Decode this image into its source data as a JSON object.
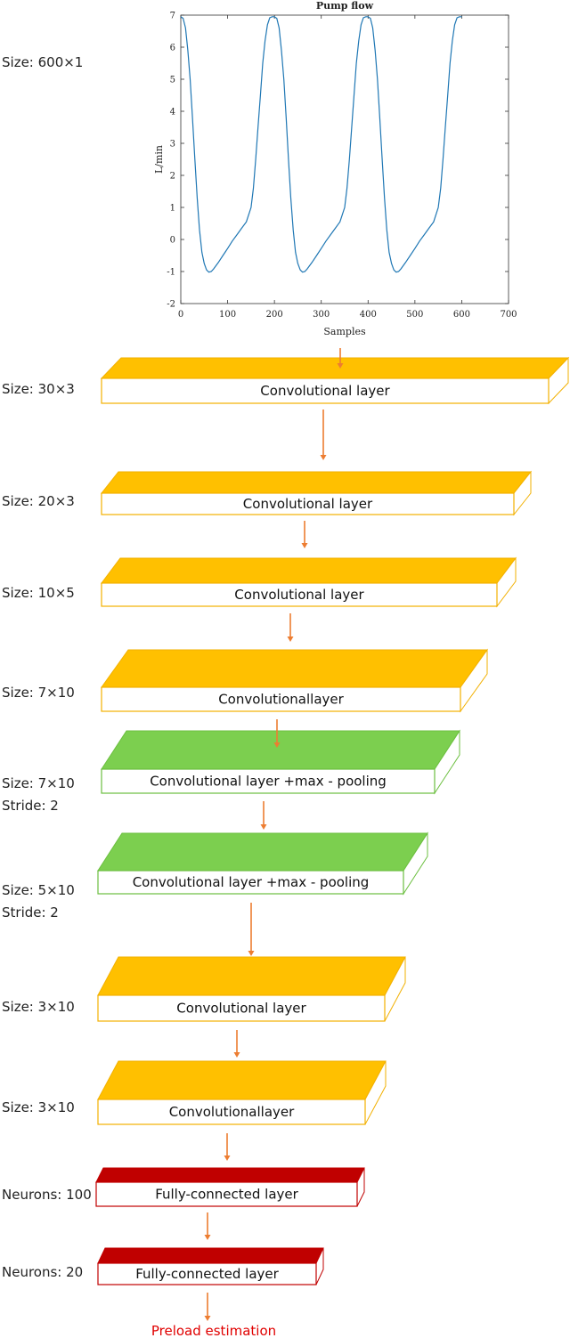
{
  "input": {
    "size_label": "Size: 600×1"
  },
  "chart_data": {
    "type": "line",
    "title": "Pump flow",
    "xlabel": "Samples",
    "ylabel": "L/min",
    "xlim": [
      0,
      700
    ],
    "ylim": [
      -2,
      7
    ],
    "x_ticks": [
      "0",
      "100",
      "200",
      "300",
      "400",
      "500",
      "600",
      "700"
    ],
    "y_ticks": [
      "-2",
      "-1",
      "0",
      "1",
      "2",
      "3",
      "4",
      "5",
      "6",
      "7"
    ],
    "grid": false,
    "series": [
      {
        "color": "#1f77b4",
        "x": [
          0,
          5,
          10,
          15,
          20,
          25,
          30,
          35,
          40,
          45,
          50,
          55,
          60,
          65,
          70,
          80,
          90,
          100,
          110,
          120,
          130,
          140,
          150,
          155,
          160,
          165,
          170,
          175,
          180,
          185,
          190,
          195,
          200,
          205,
          210,
          215,
          220,
          225,
          230,
          235,
          240,
          245,
          250,
          255,
          260,
          265,
          270,
          280,
          290,
          300,
          310,
          320,
          330,
          340,
          350,
          355,
          360,
          365,
          370,
          375,
          380,
          385,
          390,
          395,
          400,
          405,
          410,
          415,
          420,
          425,
          430,
          435,
          440,
          445,
          450,
          455,
          460,
          465,
          470,
          480,
          490,
          500,
          510,
          520,
          530,
          540,
          550,
          555,
          560,
          565,
          570,
          575,
          580,
          585,
          590,
          595,
          600
        ],
        "y": [
          6.95,
          6.9,
          6.6,
          5.9,
          5.0,
          3.8,
          2.5,
          1.3,
          0.3,
          -0.4,
          -0.75,
          -0.95,
          -1.02,
          -1.0,
          -0.92,
          -0.72,
          -0.5,
          -0.28,
          -0.05,
          0.15,
          0.35,
          0.55,
          1.0,
          1.6,
          2.5,
          3.5,
          4.5,
          5.5,
          6.2,
          6.7,
          6.92,
          6.95,
          6.95,
          6.9,
          6.6,
          5.9,
          5.0,
          3.8,
          2.5,
          1.3,
          0.3,
          -0.4,
          -0.75,
          -0.95,
          -1.02,
          -1.0,
          -0.92,
          -0.72,
          -0.5,
          -0.28,
          -0.05,
          0.15,
          0.35,
          0.55,
          1.0,
          1.6,
          2.5,
          3.5,
          4.5,
          5.5,
          6.2,
          6.7,
          6.92,
          6.95,
          6.95,
          6.9,
          6.6,
          5.9,
          5.0,
          3.8,
          2.5,
          1.3,
          0.3,
          -0.4,
          -0.75,
          -0.95,
          -1.02,
          -1.0,
          -0.92,
          -0.72,
          -0.5,
          -0.28,
          -0.05,
          0.15,
          0.35,
          0.55,
          1.0,
          1.6,
          2.5,
          3.5,
          4.5,
          5.5,
          6.2,
          6.7,
          6.92,
          6.95,
          6.95
        ]
      }
    ]
  },
  "layers": [
    {
      "size": "Size: 30×3",
      "label": "Convolutional layer",
      "kind": "conv"
    },
    {
      "size": "Size: 20×3",
      "label": "Convolutional layer",
      "kind": "conv"
    },
    {
      "size": "Size: 10×5",
      "label": "Convolutional layer",
      "kind": "conv"
    },
    {
      "size": "Size: 7×10",
      "label": "Convolutionallayer",
      "kind": "conv"
    },
    {
      "size": "Size: 7×10",
      "stride": "Stride: 2",
      "label": "Convolutional layer +max - pooling",
      "kind": "pool"
    },
    {
      "size": "Size: 5×10",
      "stride": "Stride: 2",
      "label": "Convolutional layer +max - pooling",
      "kind": "pool"
    },
    {
      "size": "Size: 3×10",
      "label": "Convolutional layer",
      "kind": "conv"
    },
    {
      "size": "Size: 3×10",
      "label": "Convolutionallayer",
      "kind": "conv"
    },
    {
      "size": "Neurons: 100",
      "label": "Fully-connected layer",
      "kind": "fc"
    },
    {
      "size": "Neurons: 20",
      "label": "Fully-connected layer",
      "kind": "fc"
    }
  ],
  "output": {
    "label": "Preload estimation"
  },
  "colors": {
    "conv_fill": "#ffc000",
    "conv_border": "#f2b000",
    "pool_fill": "#7ccf4f",
    "pool_border": "#6bbf3f",
    "fc_fill": "#c00000",
    "fc_border": "#c00000",
    "arrow": "#ed7d31",
    "line": "#1f77b4",
    "output_text": "#e00000"
  }
}
